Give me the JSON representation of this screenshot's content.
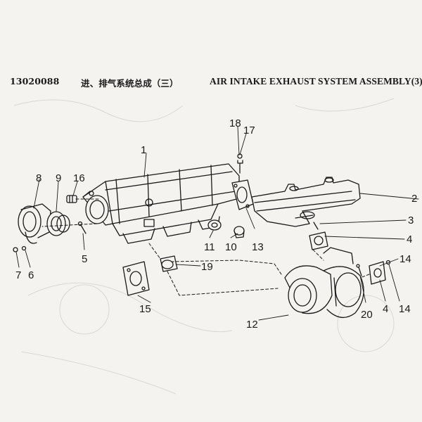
{
  "header": {
    "code": "13020088",
    "title_cn": "进、排气系统总成（三）",
    "title_en": "AIR INTAKE EXHAUST SYSTEM ASSEMBLY(3)"
  },
  "callouts": [
    "1",
    "2",
    "3",
    "4",
    "4",
    "5",
    "6",
    "7",
    "8",
    "9",
    "10",
    "11",
    "12",
    "13",
    "14",
    "14",
    "15",
    "16",
    "17",
    "18",
    "19",
    "20"
  ],
  "colors": {
    "paper": "#f4f3ef",
    "ink": "#1a1a1a",
    "ghost": "#d9d8d3"
  }
}
